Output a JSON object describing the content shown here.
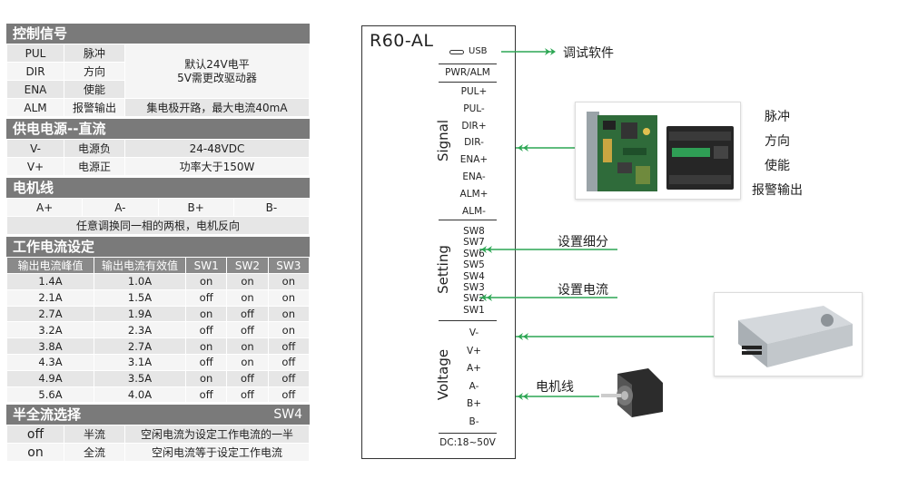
{
  "control": {
    "title": "控制信号",
    "rows": [
      {
        "pin": "PUL",
        "func": "脉冲"
      },
      {
        "pin": "DIR",
        "func": "方向"
      },
      {
        "pin": "ENA",
        "func": "使能"
      },
      {
        "pin": "ALM",
        "func": "报警输出"
      }
    ],
    "note_line1": "默认24V电平",
    "note_line2": "5V需更改驱动器",
    "alm_note": "集电极开路，最大电流40mA"
  },
  "power": {
    "title": "供电电源--直流",
    "rows": [
      {
        "pin": "V-",
        "func": "电源负",
        "desc": "24-48VDC"
      },
      {
        "pin": "V+",
        "func": "电源正",
        "desc": "功率大于150W"
      }
    ]
  },
  "motor": {
    "title": "电机线",
    "pins": [
      "A+",
      "A-",
      "B+",
      "B-"
    ],
    "note": "任意调换同一相的两根，电机反向"
  },
  "current": {
    "title": "工作电流设定",
    "headers": [
      "输出电流峰值",
      "输出电流有效值",
      "SW1",
      "SW2",
      "SW3"
    ],
    "rows": [
      [
        "1.4A",
        "1.0A",
        "on",
        "on",
        "on"
      ],
      [
        "2.1A",
        "1.5A",
        "off",
        "on",
        "on"
      ],
      [
        "2.7A",
        "1.9A",
        "on",
        "off",
        "on"
      ],
      [
        "3.2A",
        "2.3A",
        "off",
        "off",
        "on"
      ],
      [
        "3.8A",
        "2.7A",
        "on",
        "on",
        "off"
      ],
      [
        "4.3A",
        "3.1A",
        "off",
        "on",
        "off"
      ],
      [
        "4.9A",
        "3.5A",
        "on",
        "off",
        "off"
      ],
      [
        "5.6A",
        "4.0A",
        "off",
        "off",
        "off"
      ]
    ]
  },
  "half": {
    "title": "半全流选择",
    "switch": "SW4",
    "rows": [
      {
        "state": "off",
        "mode": "半流",
        "desc": "空闲电流为设定工作电流的一半"
      },
      {
        "state": "on",
        "mode": "全流",
        "desc": "空闲电流等于设定工作电流"
      }
    ]
  },
  "diagram": {
    "model": "R60-AL",
    "usb": "USB",
    "pwr_alm": "PWR/ALM",
    "signal_label": "Signal",
    "signal_pins": [
      "PUL+",
      "PUL-",
      "DIR+",
      "DIR-",
      "ENA+",
      "ENA-",
      "ALM+",
      "ALM-"
    ],
    "setting_label": "Setting",
    "setting_pins": [
      "SW8",
      "SW7",
      "SW6",
      "SW5",
      "SW4",
      "SW3",
      "SW2",
      "SW1"
    ],
    "voltage_label": "Voltage",
    "voltage_pins": [
      "V-",
      "V+",
      "A+",
      "A-",
      "B+",
      "B-"
    ],
    "dc_range": "DC:18~50V",
    "annotations": {
      "debug": "调试软件",
      "subdivision": "设置细分",
      "current": "设置电流",
      "motor_line": "电机线",
      "pulse": "脉冲",
      "direction": "方向",
      "enable": "使能",
      "alarm": "报警输出"
    },
    "arrow_color": "#2ca653"
  }
}
